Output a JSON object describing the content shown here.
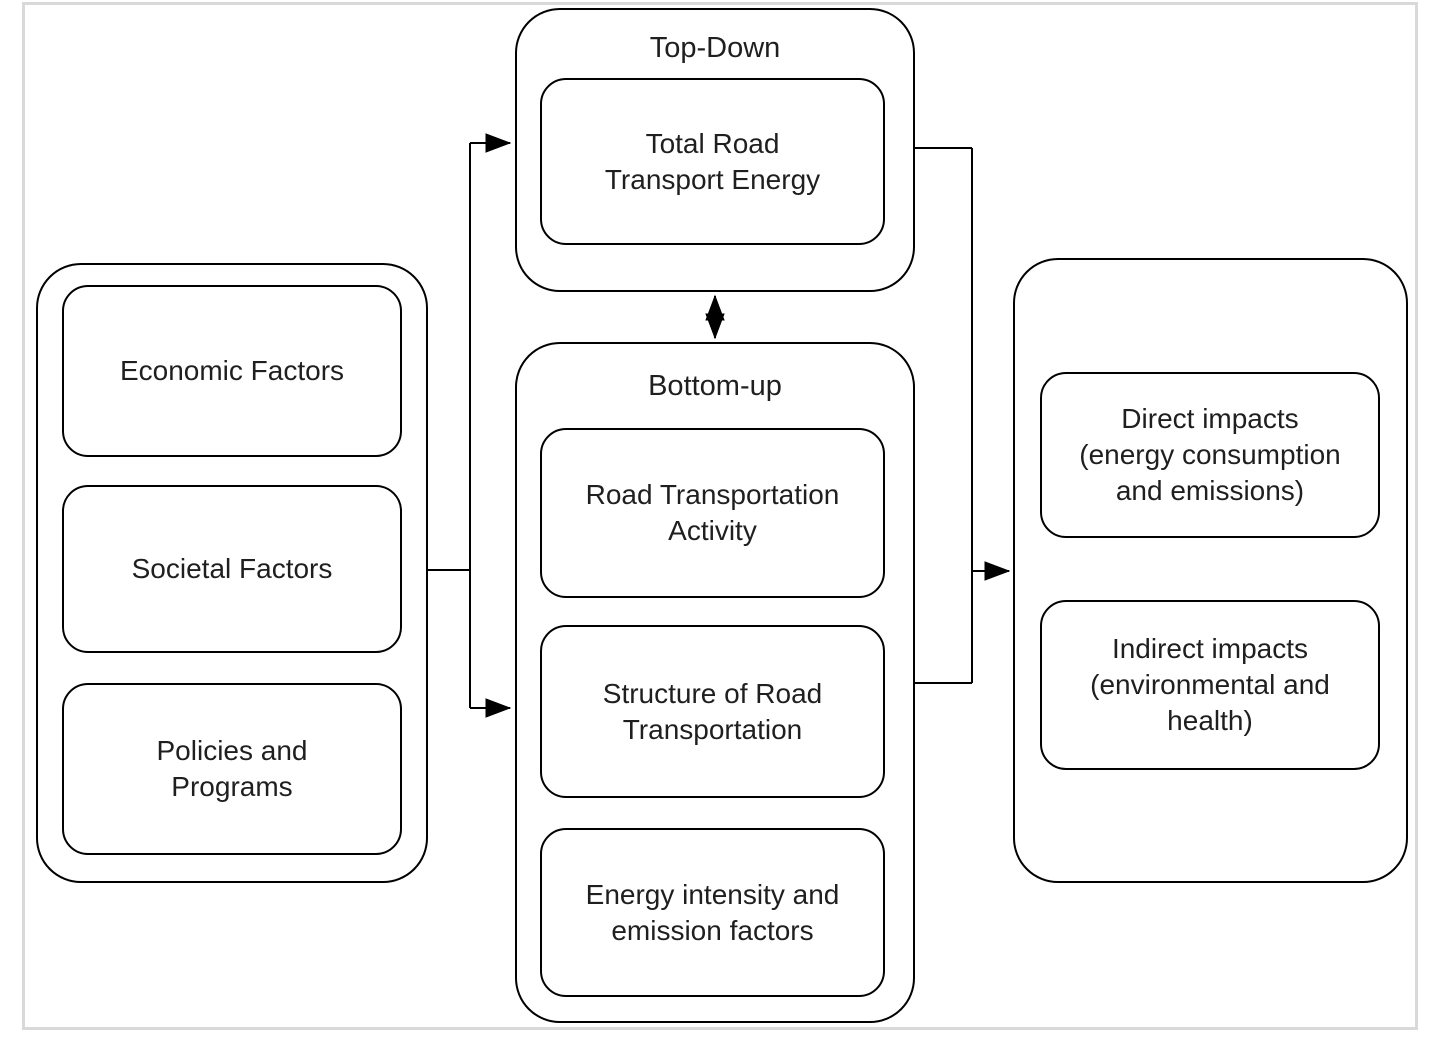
{
  "page": {
    "background_color": "#ffffff",
    "frame_color": "#d9d9d9",
    "line_color": "#000000",
    "text_color": "#1f1f1f"
  },
  "diagram": {
    "inputs_group": {
      "boxes": [
        {
          "label": "Economic Factors"
        },
        {
          "label": "Societal Factors"
        },
        {
          "label": "Policies and\nPrograms"
        }
      ]
    },
    "top_down_group": {
      "title": "Top-Down",
      "boxes": [
        {
          "label": "Total Road\nTransport Energy"
        }
      ]
    },
    "bottom_up_group": {
      "title": "Bottom-up",
      "boxes": [
        {
          "label": "Road Transportation\nActivity"
        },
        {
          "label": "Structure of Road\nTransportation"
        },
        {
          "label": "Energy intensity and\nemission factors"
        }
      ]
    },
    "impacts_group": {
      "boxes": [
        {
          "label": "Direct impacts\n(energy consumption\nand emissions)"
        },
        {
          "label": "Indirect impacts\n(environmental and\nhealth)"
        }
      ]
    },
    "connectors": {
      "inputs_to_topdown": "arrow",
      "inputs_to_bottomup": "arrow",
      "topdown_bottomup_link": "double-arrow",
      "methods_to_impacts": "arrow"
    }
  }
}
